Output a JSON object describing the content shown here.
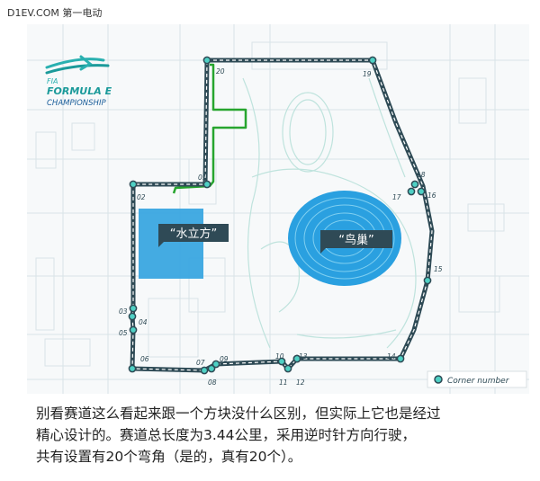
{
  "watermark": "D1EV.COM 第一电动",
  "logo": {
    "line1": "FIA",
    "line2": "FORMULA E",
    "line3": "CHAMPIONSHIP"
  },
  "venues": {
    "water_cube": "“水立方”",
    "birds_nest": "“鸟巢”"
  },
  "corners": [
    "01",
    "02",
    "03",
    "04",
    "05",
    "06",
    "07",
    "08",
    "09",
    "10",
    "11",
    "12",
    "13",
    "14",
    "15",
    "16",
    "17",
    "18",
    "19",
    "20"
  ],
  "legend": {
    "label": "Corner number"
  },
  "caption": [
    "别看赛道这么看起来跟一个方块没什么区别，但实际上它也是经过",
    "精心设计的。赛道总长度为3.44公里，采用逆时针方向行驶，",
    "共有设置有20个弯角（是的，真有20个）。"
  ],
  "colors": {
    "track": "#2e4a55",
    "track_dash": "#ffffff",
    "pit_lane": "#27a52e",
    "corner_marker": "#4fd0c4",
    "water_cube": "#3aa7e0",
    "birds_nest": "#2aa0e0",
    "logo_teal": "#2ab0b0",
    "logo_blue": "#1b5e9a"
  }
}
